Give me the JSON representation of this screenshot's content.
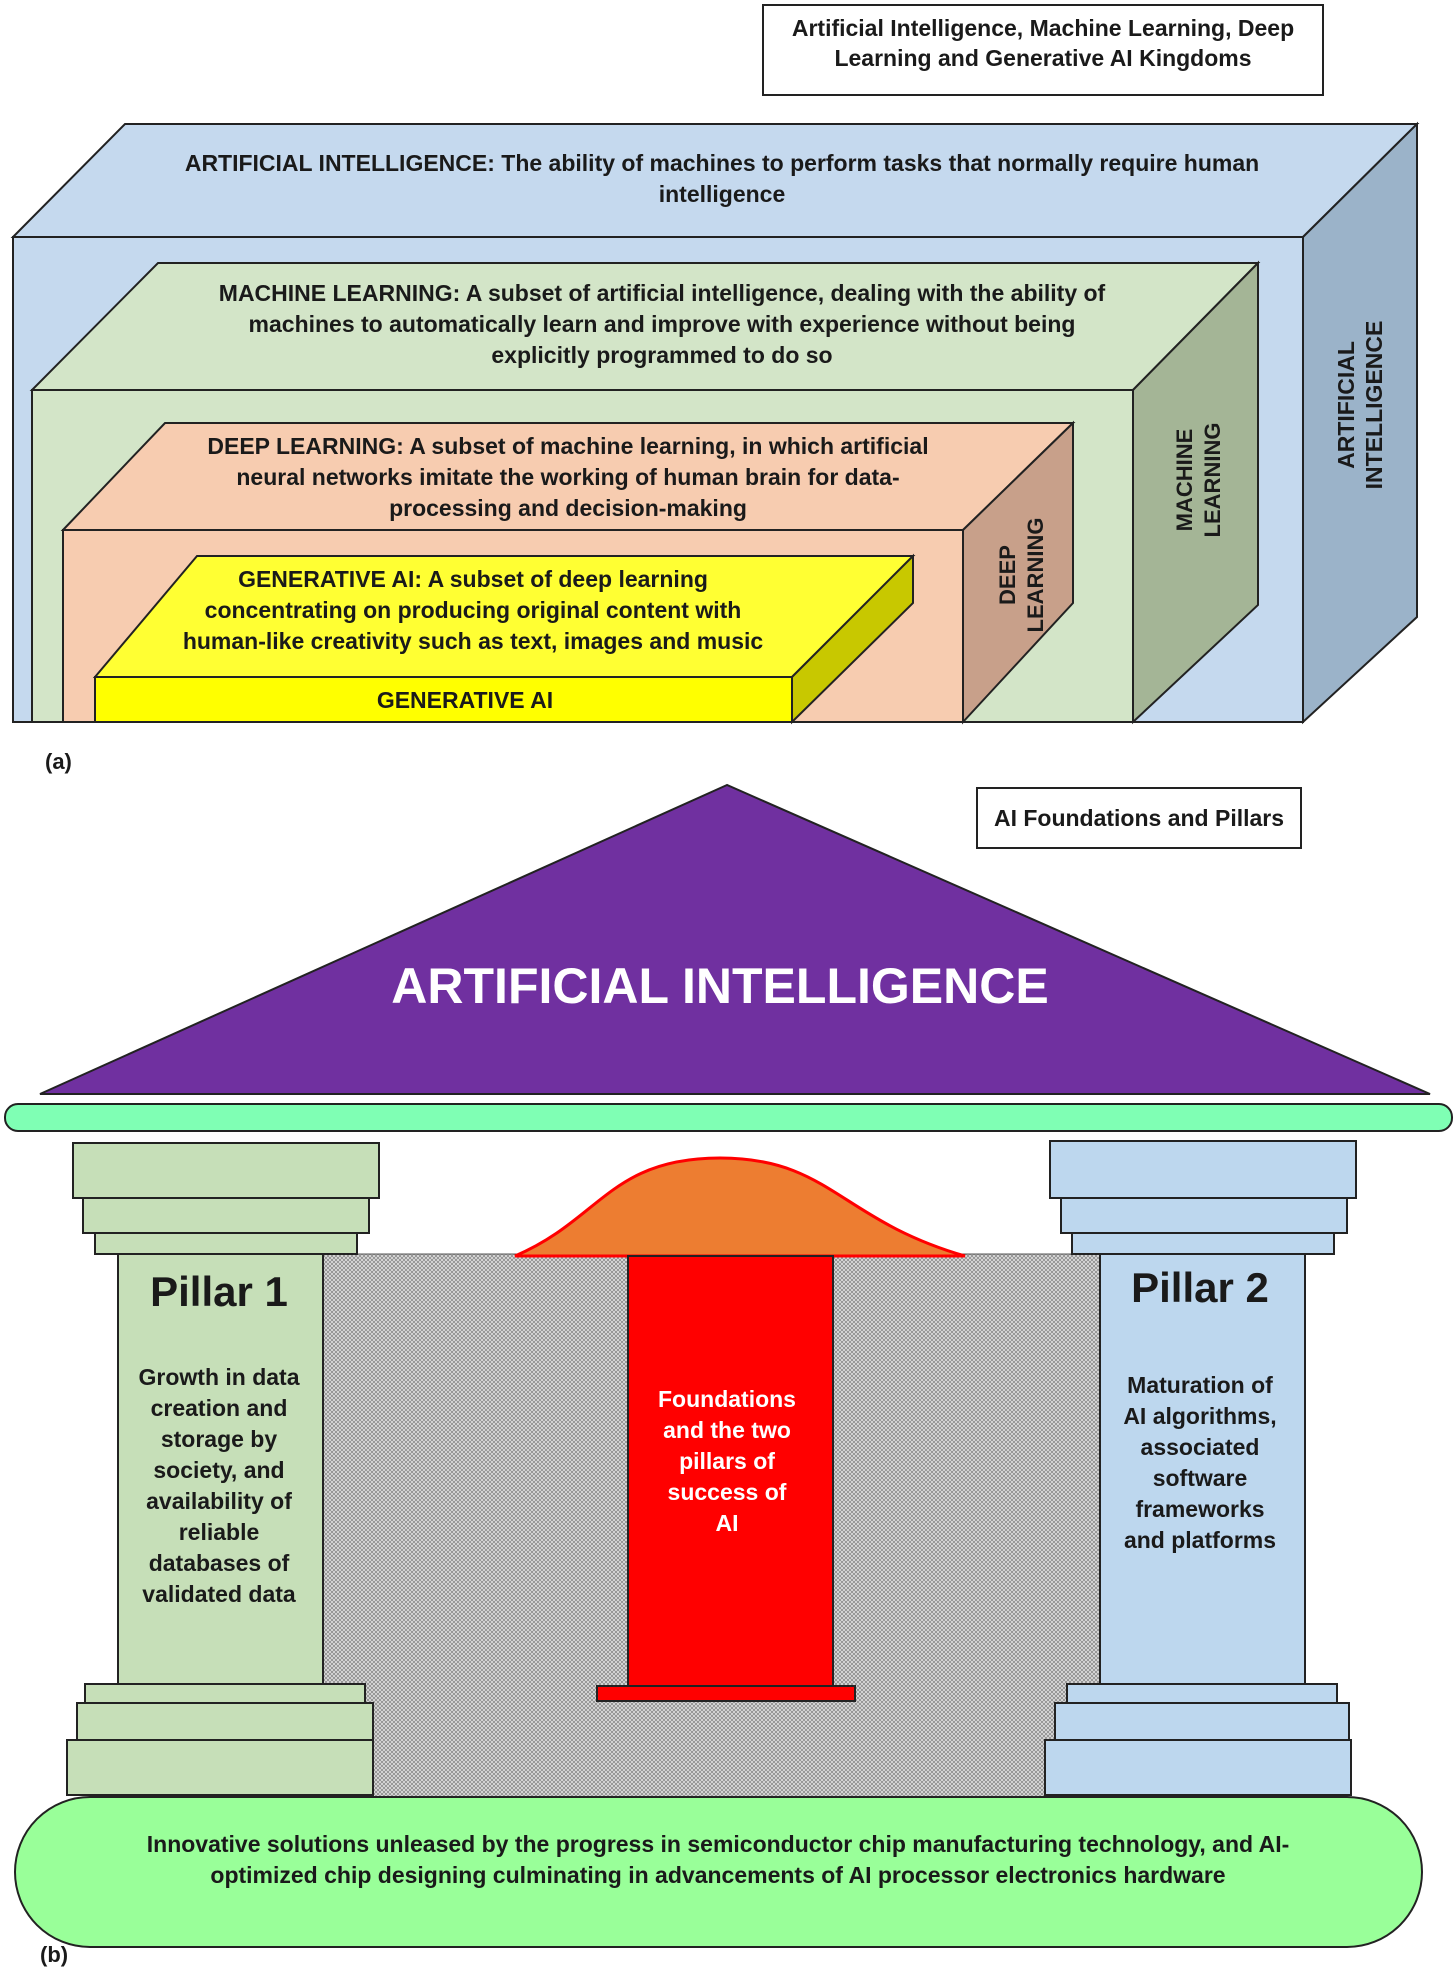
{
  "panel_a": {
    "title_line1": "Artificial Intelligence, Machine Learning, Deep",
    "title_line2": "Learning and Generative AI Kingdoms",
    "label": "(a)",
    "ai": {
      "top_line1": "ARTIFICIAL INTELLIGENCE: The ability of machines to perform tasks that normally require human",
      "top_line2": "intelligence",
      "side_line1": "ARTIFICIAL",
      "side_line2": "INTELLIGENCE",
      "colors": {
        "top": "#c5d9ee",
        "front": "#c5d9ee",
        "side": "#9bb3c9"
      }
    },
    "ml": {
      "top_line1": "MACHINE LEARNING: A subset of artificial intelligence, dealing with the ability of",
      "top_line2": "machines to automatically learn and improve with experience without being",
      "top_line3": "explicitly programmed to do so",
      "side_line1": "MACHINE",
      "side_line2": "LEARNING",
      "colors": {
        "top": "#d3e5c8",
        "front": "#d3e5c8",
        "side": "#a4b596"
      }
    },
    "dl": {
      "top_line1": "DEEP LEARNING: A subset of machine learning, in which artificial",
      "top_line2": "neural networks imitate the working of human brain for data-",
      "top_line3": "processing and decision-making",
      "side_line1": "DEEP",
      "side_line2": "LEARNING",
      "colors": {
        "top": "#f7ccb0",
        "front": "#f7ccb0",
        "side": "#c8a08a"
      }
    },
    "genai": {
      "top_line1": "GENERATIVE AI: A subset of deep learning",
      "top_line2": "concentrating on producing original content with",
      "top_line3": "human-like creativity such as text, images and music",
      "front_label": "GENERATIVE AI",
      "colors": {
        "top": "#ffff33",
        "front": "#ffff00",
        "side": "#c8c800"
      }
    }
  },
  "panel_b": {
    "title": "AI Foundations and Pillars",
    "label": "(b)",
    "roof_text": "ARTIFICIAL INTELLIGENCE",
    "pillar1": {
      "heading": "Pillar 1",
      "lines": [
        "Growth in data",
        "creation and",
        "storage by",
        "society, and",
        "availability of",
        "reliable",
        "databases of",
        "validated data"
      ]
    },
    "pillar2": {
      "heading": "Pillar 2",
      "lines": [
        "Maturation of",
        "AI algorithms,",
        "associated",
        "software",
        "frameworks",
        "and platforms"
      ]
    },
    "center": {
      "lines": [
        "Foundations",
        "and the two",
        "pillars of",
        "success of",
        "AI"
      ]
    },
    "foundation": {
      "line1": "Innovative solutions unleased by the progress in semiconductor chip manufacturing technology, and AI-",
      "line2": "optimized chip designing culminating in advancements of AI processor electronics hardware"
    },
    "colors": {
      "roof": "#7030a0",
      "beam": "#7fffb4",
      "pillar1": "#c6dfb8",
      "pillar2": "#bdd7ee",
      "center": "#ff0000",
      "bell": "#ed7d31",
      "base": "#99ff99"
    }
  }
}
